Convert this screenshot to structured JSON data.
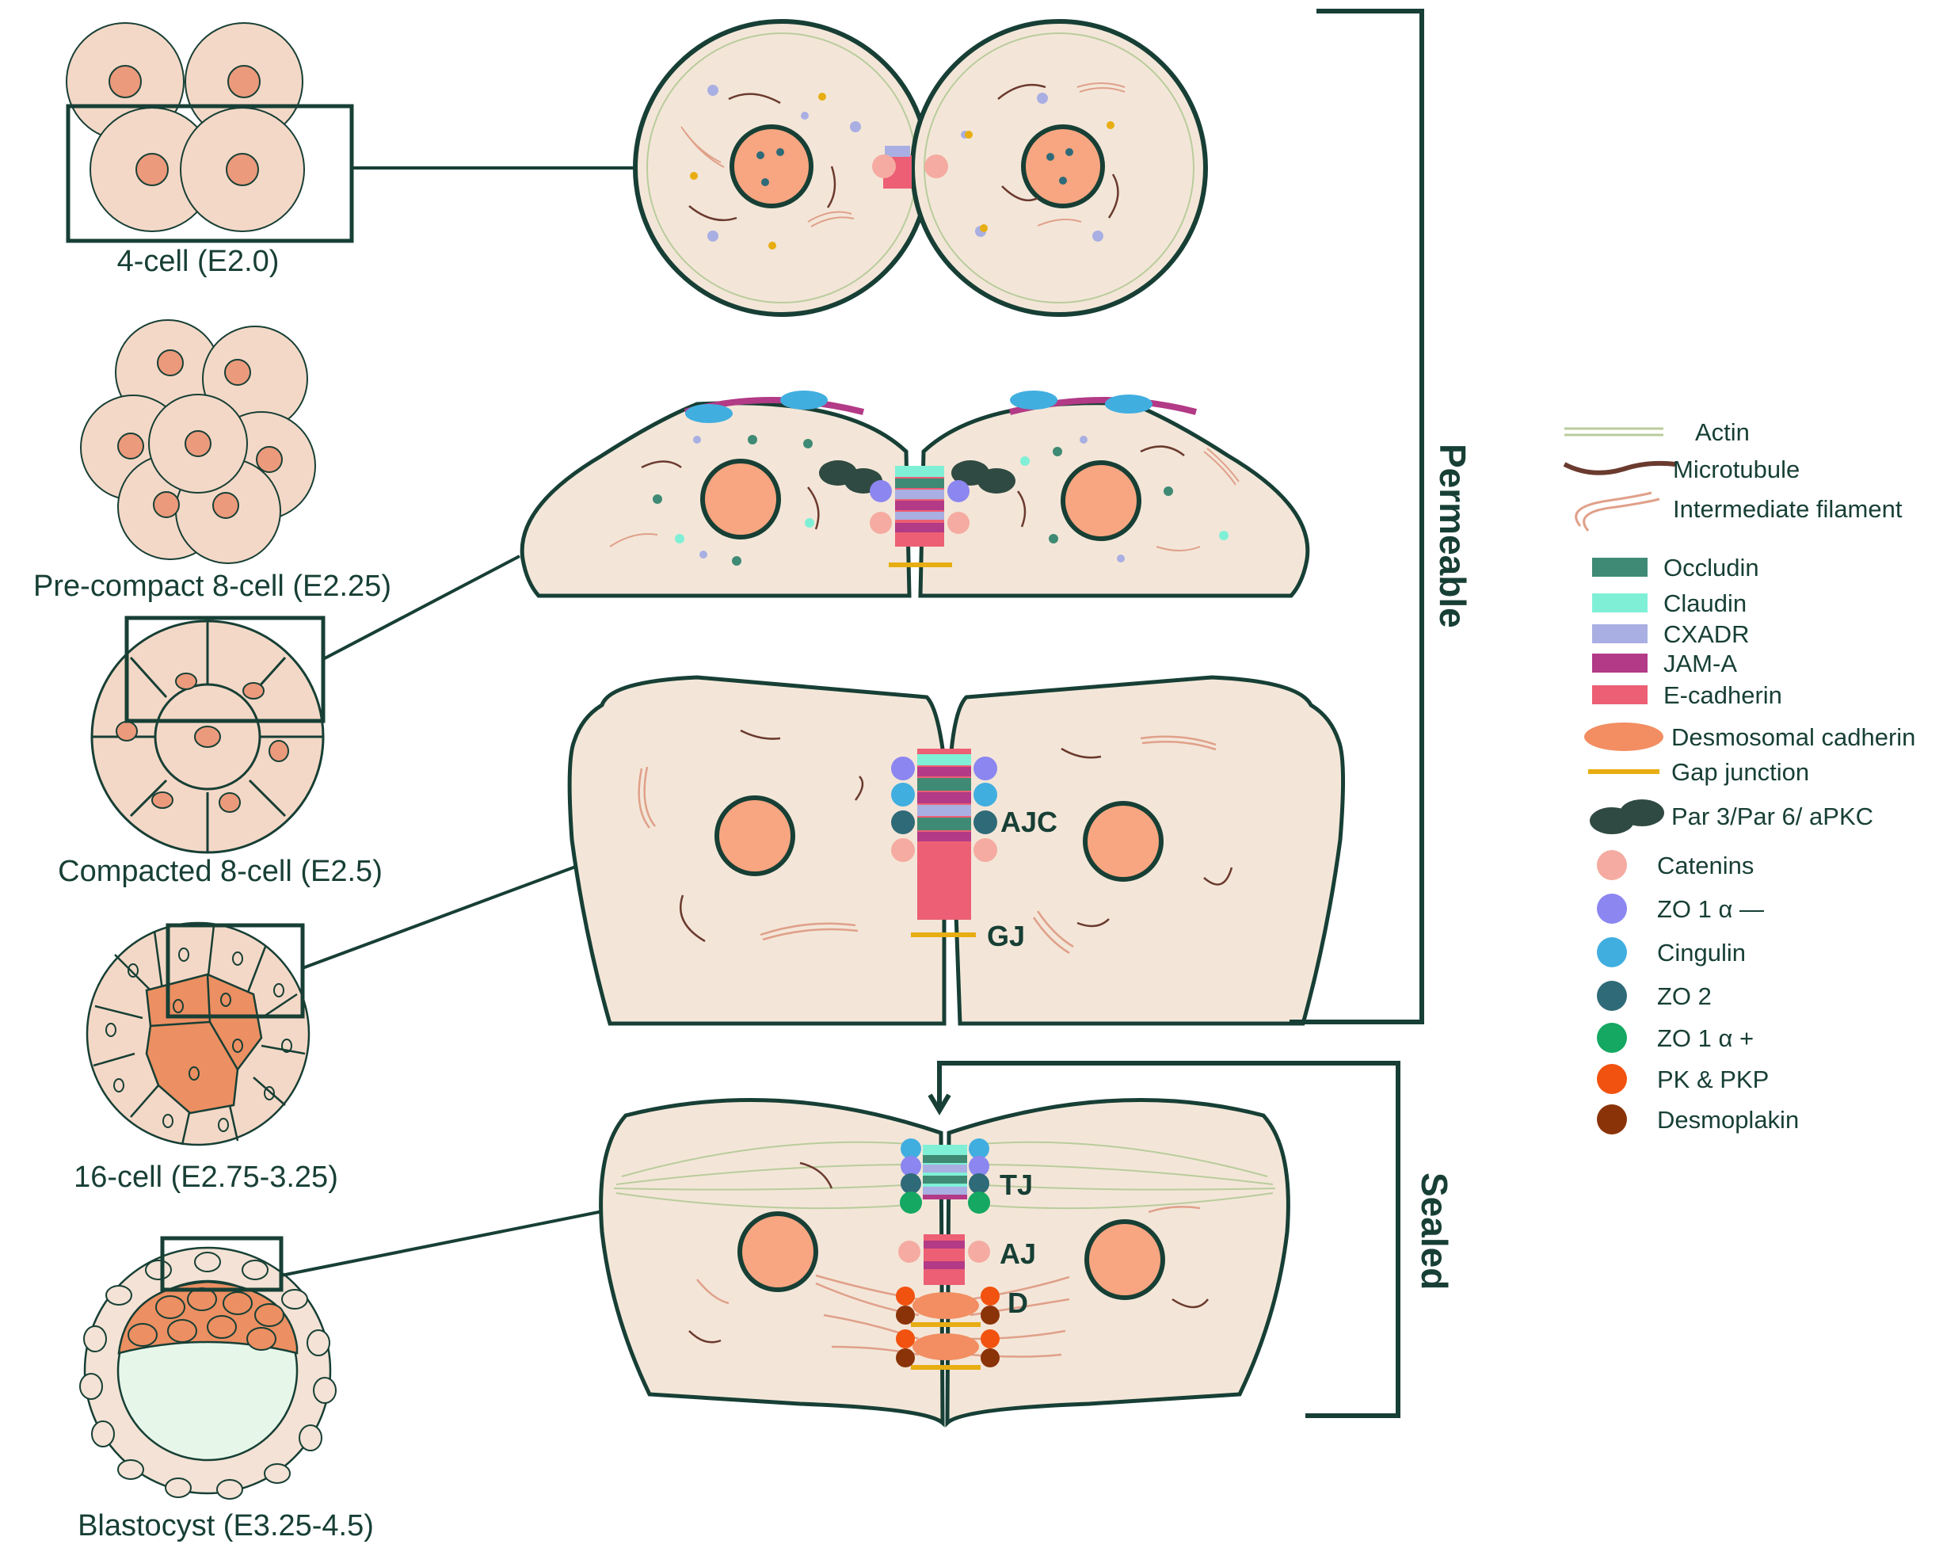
{
  "stages": [
    "4-cell (E2.0)",
    "Pre-compact 8-cell (E2.25)",
    "Compacted 8-cell (E2.5)",
    "16-cell (E2.75-3.25)",
    "Blastocyst (E3.25-4.5)"
  ],
  "junction_labels": {
    "ajc": "AJC",
    "gj": "GJ",
    "tj": "TJ",
    "aj": "AJ",
    "d": "D"
  },
  "brackets": {
    "permeable": "Permeable",
    "sealed": "Sealed"
  },
  "legend": [
    {
      "label": "Actin",
      "icon": "actin-lines",
      "color": "#b9cc9c"
    },
    {
      "label": "Microtubule",
      "icon": "microtubule-curve",
      "color": "#6b3a2e"
    },
    {
      "label": "Intermediate filament",
      "icon": "filament-curve",
      "color": "#e0a08a"
    },
    {
      "label": "Occludin",
      "icon": "rect",
      "color": "#3f8a74"
    },
    {
      "label": "Claudin",
      "icon": "rect",
      "color": "#7ff0d6"
    },
    {
      "label": "CXADR",
      "icon": "rect",
      "color": "#a9afe2"
    },
    {
      "label": "JAM-A",
      "icon": "rect",
      "color": "#b23a86"
    },
    {
      "label": "E-cadherin",
      "icon": "rect",
      "color": "#ec5f74"
    },
    {
      "label": "Desmosomal cadherin",
      "icon": "ellipse",
      "color": "#f28e62"
    },
    {
      "label": "Gap junction",
      "icon": "line",
      "color": "#e7ad12"
    },
    {
      "label": "Par 3/Par 6/ aPKC",
      "icon": "double-ellipse",
      "color": "#2f4a42"
    },
    {
      "label": "Catenins",
      "icon": "circle",
      "color": "#f5aba1"
    },
    {
      "label": "ZO 1 α —",
      "icon": "circle",
      "color": "#8b86f0"
    },
    {
      "label": "Cingulin",
      "icon": "circle",
      "color": "#41aee0"
    },
    {
      "label": "ZO 2",
      "icon": "circle",
      "color": "#2f6a78"
    },
    {
      "label": "ZO 1 α +",
      "icon": "circle",
      "color": "#14a862"
    },
    {
      "label": "PK & PKP",
      "icon": "circle",
      "color": "#f2520f"
    },
    {
      "label": "Desmoplakin",
      "icon": "circle",
      "color": "#8a3309"
    }
  ],
  "colors": {
    "outline": "#173f35",
    "cell_fill": "#f4d8c7",
    "cell_fill_light": "#f3e2d5",
    "cytoplasm": "#f3e6d8",
    "nucleus": "#f7a681",
    "inner_nucleus": "#ec9a7c",
    "icm": "#ec8f62",
    "cavity": "#e6f7ea",
    "text": "#173f35"
  }
}
